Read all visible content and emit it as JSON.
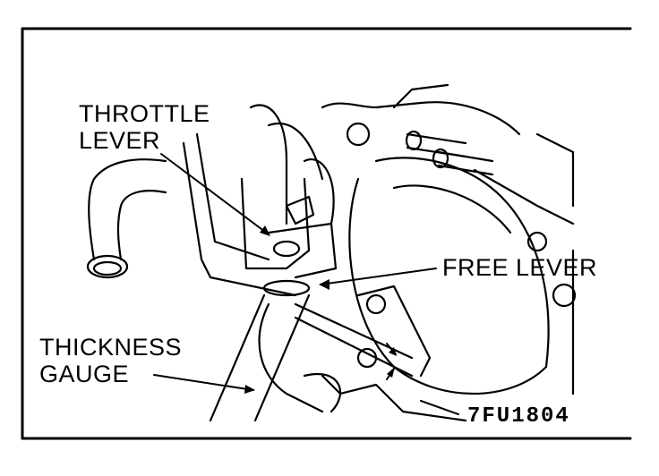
{
  "diagram": {
    "labels": {
      "throttle_lever_line1": "THROTTLE",
      "throttle_lever_line2": "LEVER",
      "free_lever": "FREE LEVER",
      "thickness_gauge_line1": "THICKNESS",
      "thickness_gauge_line2": "GAUGE"
    },
    "figure_code": "7FU1804",
    "colors": {
      "ink": "#000000",
      "background": "#ffffff"
    }
  }
}
